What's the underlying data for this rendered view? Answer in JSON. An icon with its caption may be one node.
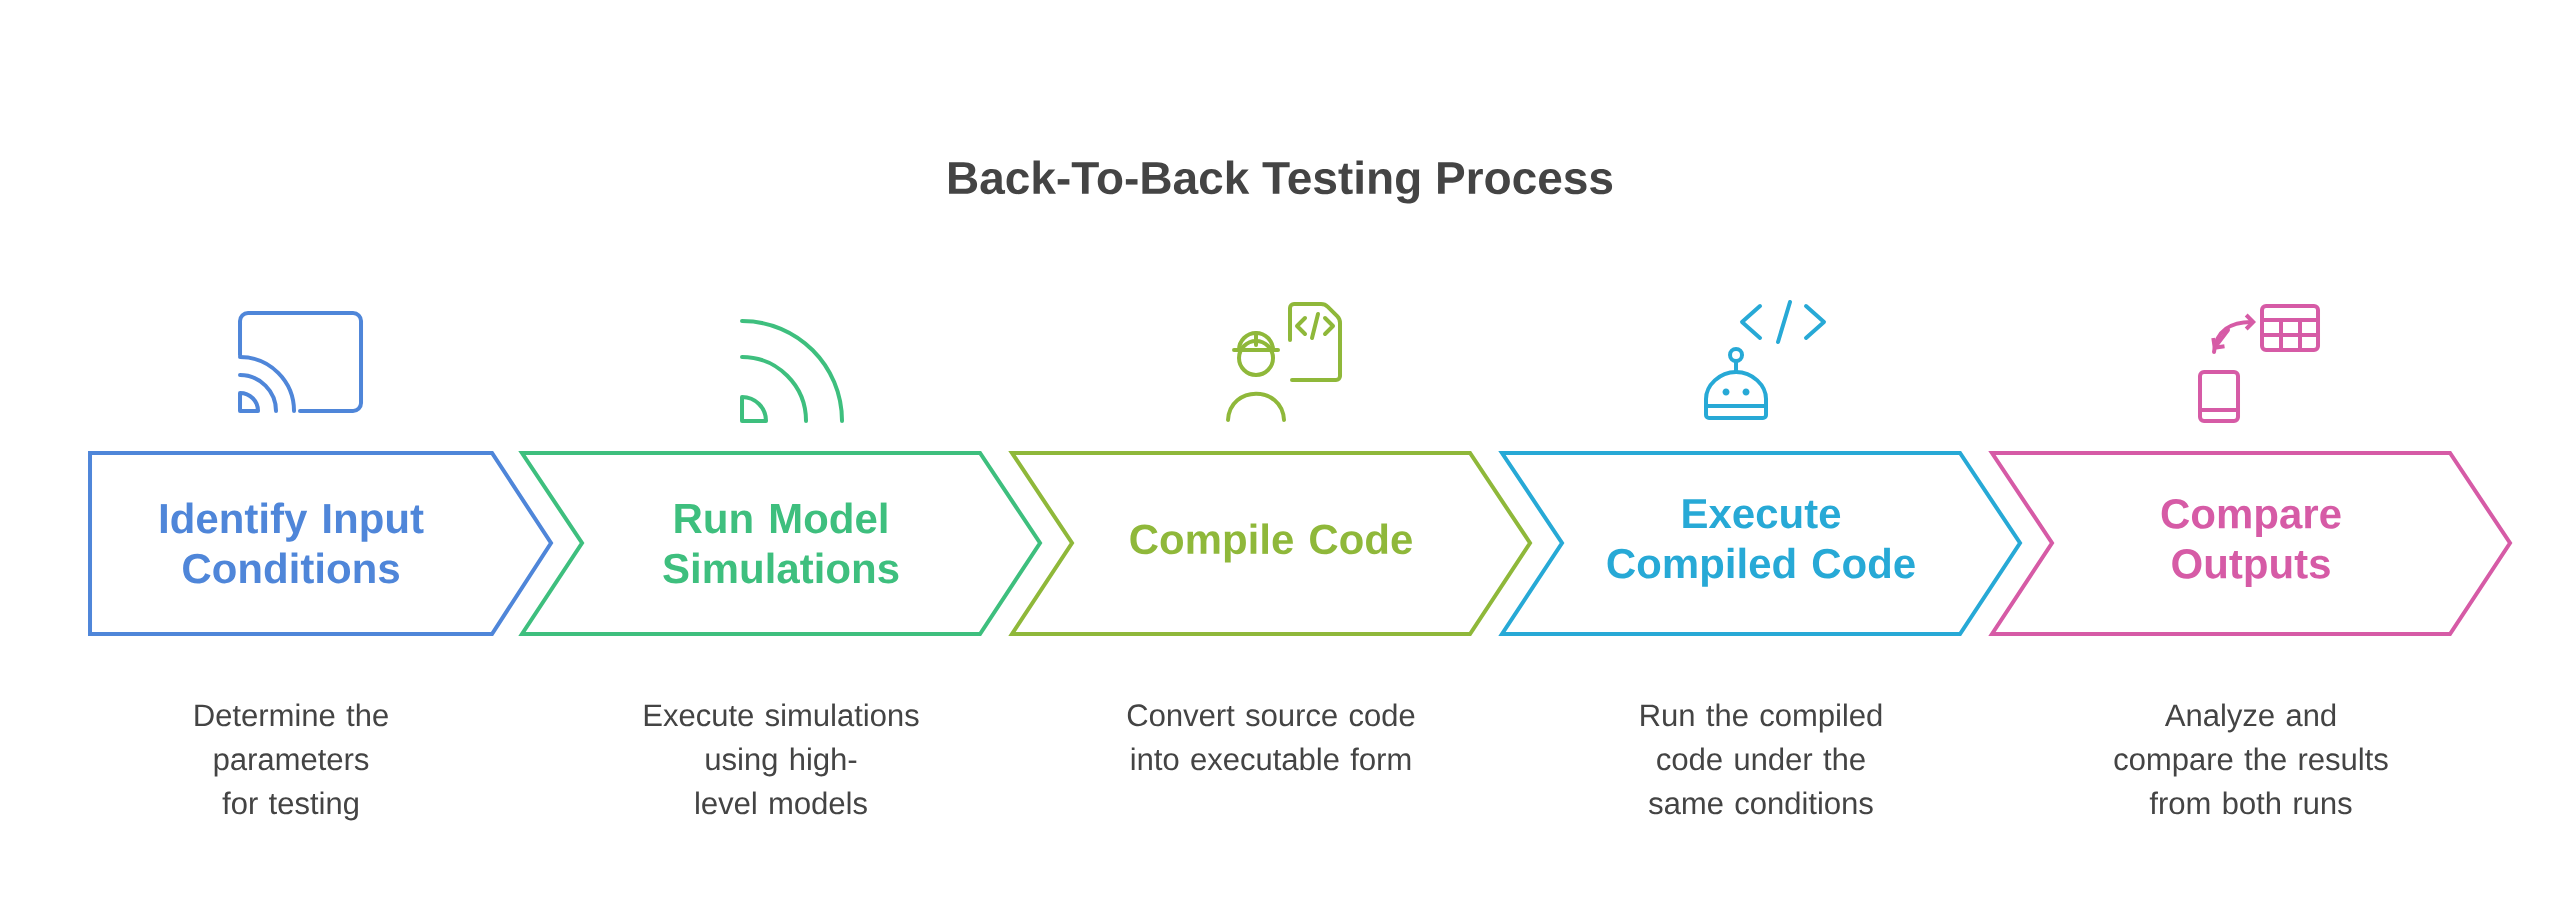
{
  "diagram": {
    "title": "Back-To-Back Testing Process",
    "nodes": [
      {
        "text": [
          "Identify Input Conditions"
        ],
        "beside": [
          "Determine the parameters for testing"
        ]
      },
      {
        "text": [
          "Run Model Simulations"
        ],
        "beside": [
          "Execute simulations using high-level models"
        ]
      },
      {
        "text": [
          "Compile Code"
        ],
        "beside": [
          "Convert source code into executable form"
        ]
      },
      {
        "text": [
          "Execute Compiled Code"
        ],
        "beside": [
          "Run the compiled code under the same conditions"
        ]
      },
      {
        "text": [
          "Compare Outputs"
        ],
        "beside": [
          "Analyze and compare the results from both runs"
        ]
      }
    ]
  }
}
